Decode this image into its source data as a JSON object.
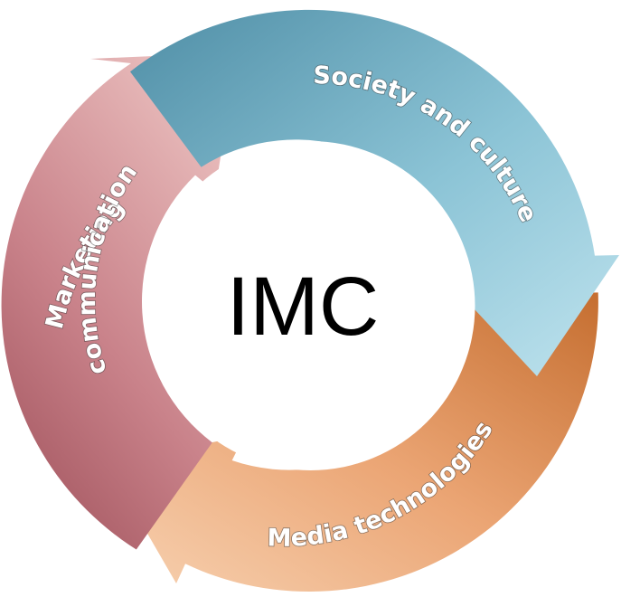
{
  "center_label": "IMC",
  "segments": [
    {
      "id": "society",
      "label": "Society and culture",
      "color_light": "#bfe3ee",
      "color_dark": "#4f8ea6"
    },
    {
      "id": "media",
      "label": "Media technologies",
      "color_light": "#f7c8a2",
      "color_dark": "#c56e30"
    },
    {
      "id": "marketing",
      "label_lines": [
        "Marketing",
        "communication"
      ],
      "color_light": "#e7b9b9",
      "color_dark": "#9c4d57"
    }
  ]
}
